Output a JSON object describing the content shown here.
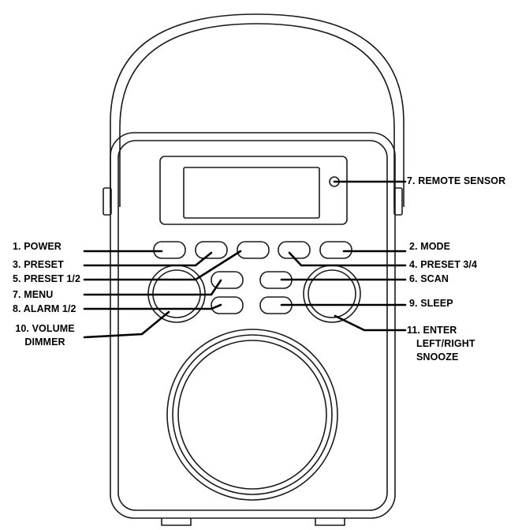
{
  "diagram": {
    "colors": {
      "line": "#1a1a1a",
      "background": "#ffffff"
    },
    "labels": {
      "power": "1. POWER",
      "preset": "3. PRESET",
      "preset12": "5. PRESET 1/2",
      "menu": "7. MENU",
      "alarm": "8. ALARM 1/2",
      "volume_line1": "10. VOLUME",
      "volume_line2": "DIMMER",
      "remote_sensor": "7. REMOTE SENSOR",
      "mode": "2. MODE",
      "preset34": "4. PRESET 3/4",
      "scan": "6. SCAN",
      "sleep": "9. SLEEP",
      "enter_line1": "11. ENTER",
      "enter_line2": "LEFT/RIGHT",
      "enter_line3": "SNOOZE"
    }
  }
}
